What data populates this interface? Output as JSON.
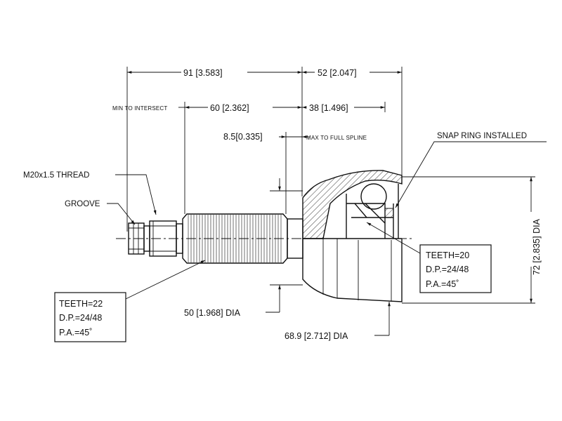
{
  "dimensions": {
    "d_91": "91 [3.583]",
    "d_52": "52 [2.047]",
    "d_60": "60 [2.362]",
    "d_38": "38 [1.496]",
    "d_85": "8.5[0.335]",
    "d_50": "50 [1.968] DIA",
    "d_689": "68.9 [2.712] DIA",
    "d_72": "72 [2.835] DIA"
  },
  "notes": {
    "min_intersect": "MIN TO INTERSECT",
    "max_spline": "MAX TO FULL SPLINE",
    "snap_ring": "SNAP RING INSTALLED",
    "thread": "M20x1.5 THREAD",
    "groove": "GROOVE"
  },
  "spec_outer": {
    "teeth": "TEETH=22",
    "dp": "D.P.=24/48",
    "pa": "P.A.=45˚"
  },
  "spec_inner": {
    "teeth": "TEETH=20",
    "dp": "D.P.=24/48",
    "pa": "P.A.=45˚"
  }
}
